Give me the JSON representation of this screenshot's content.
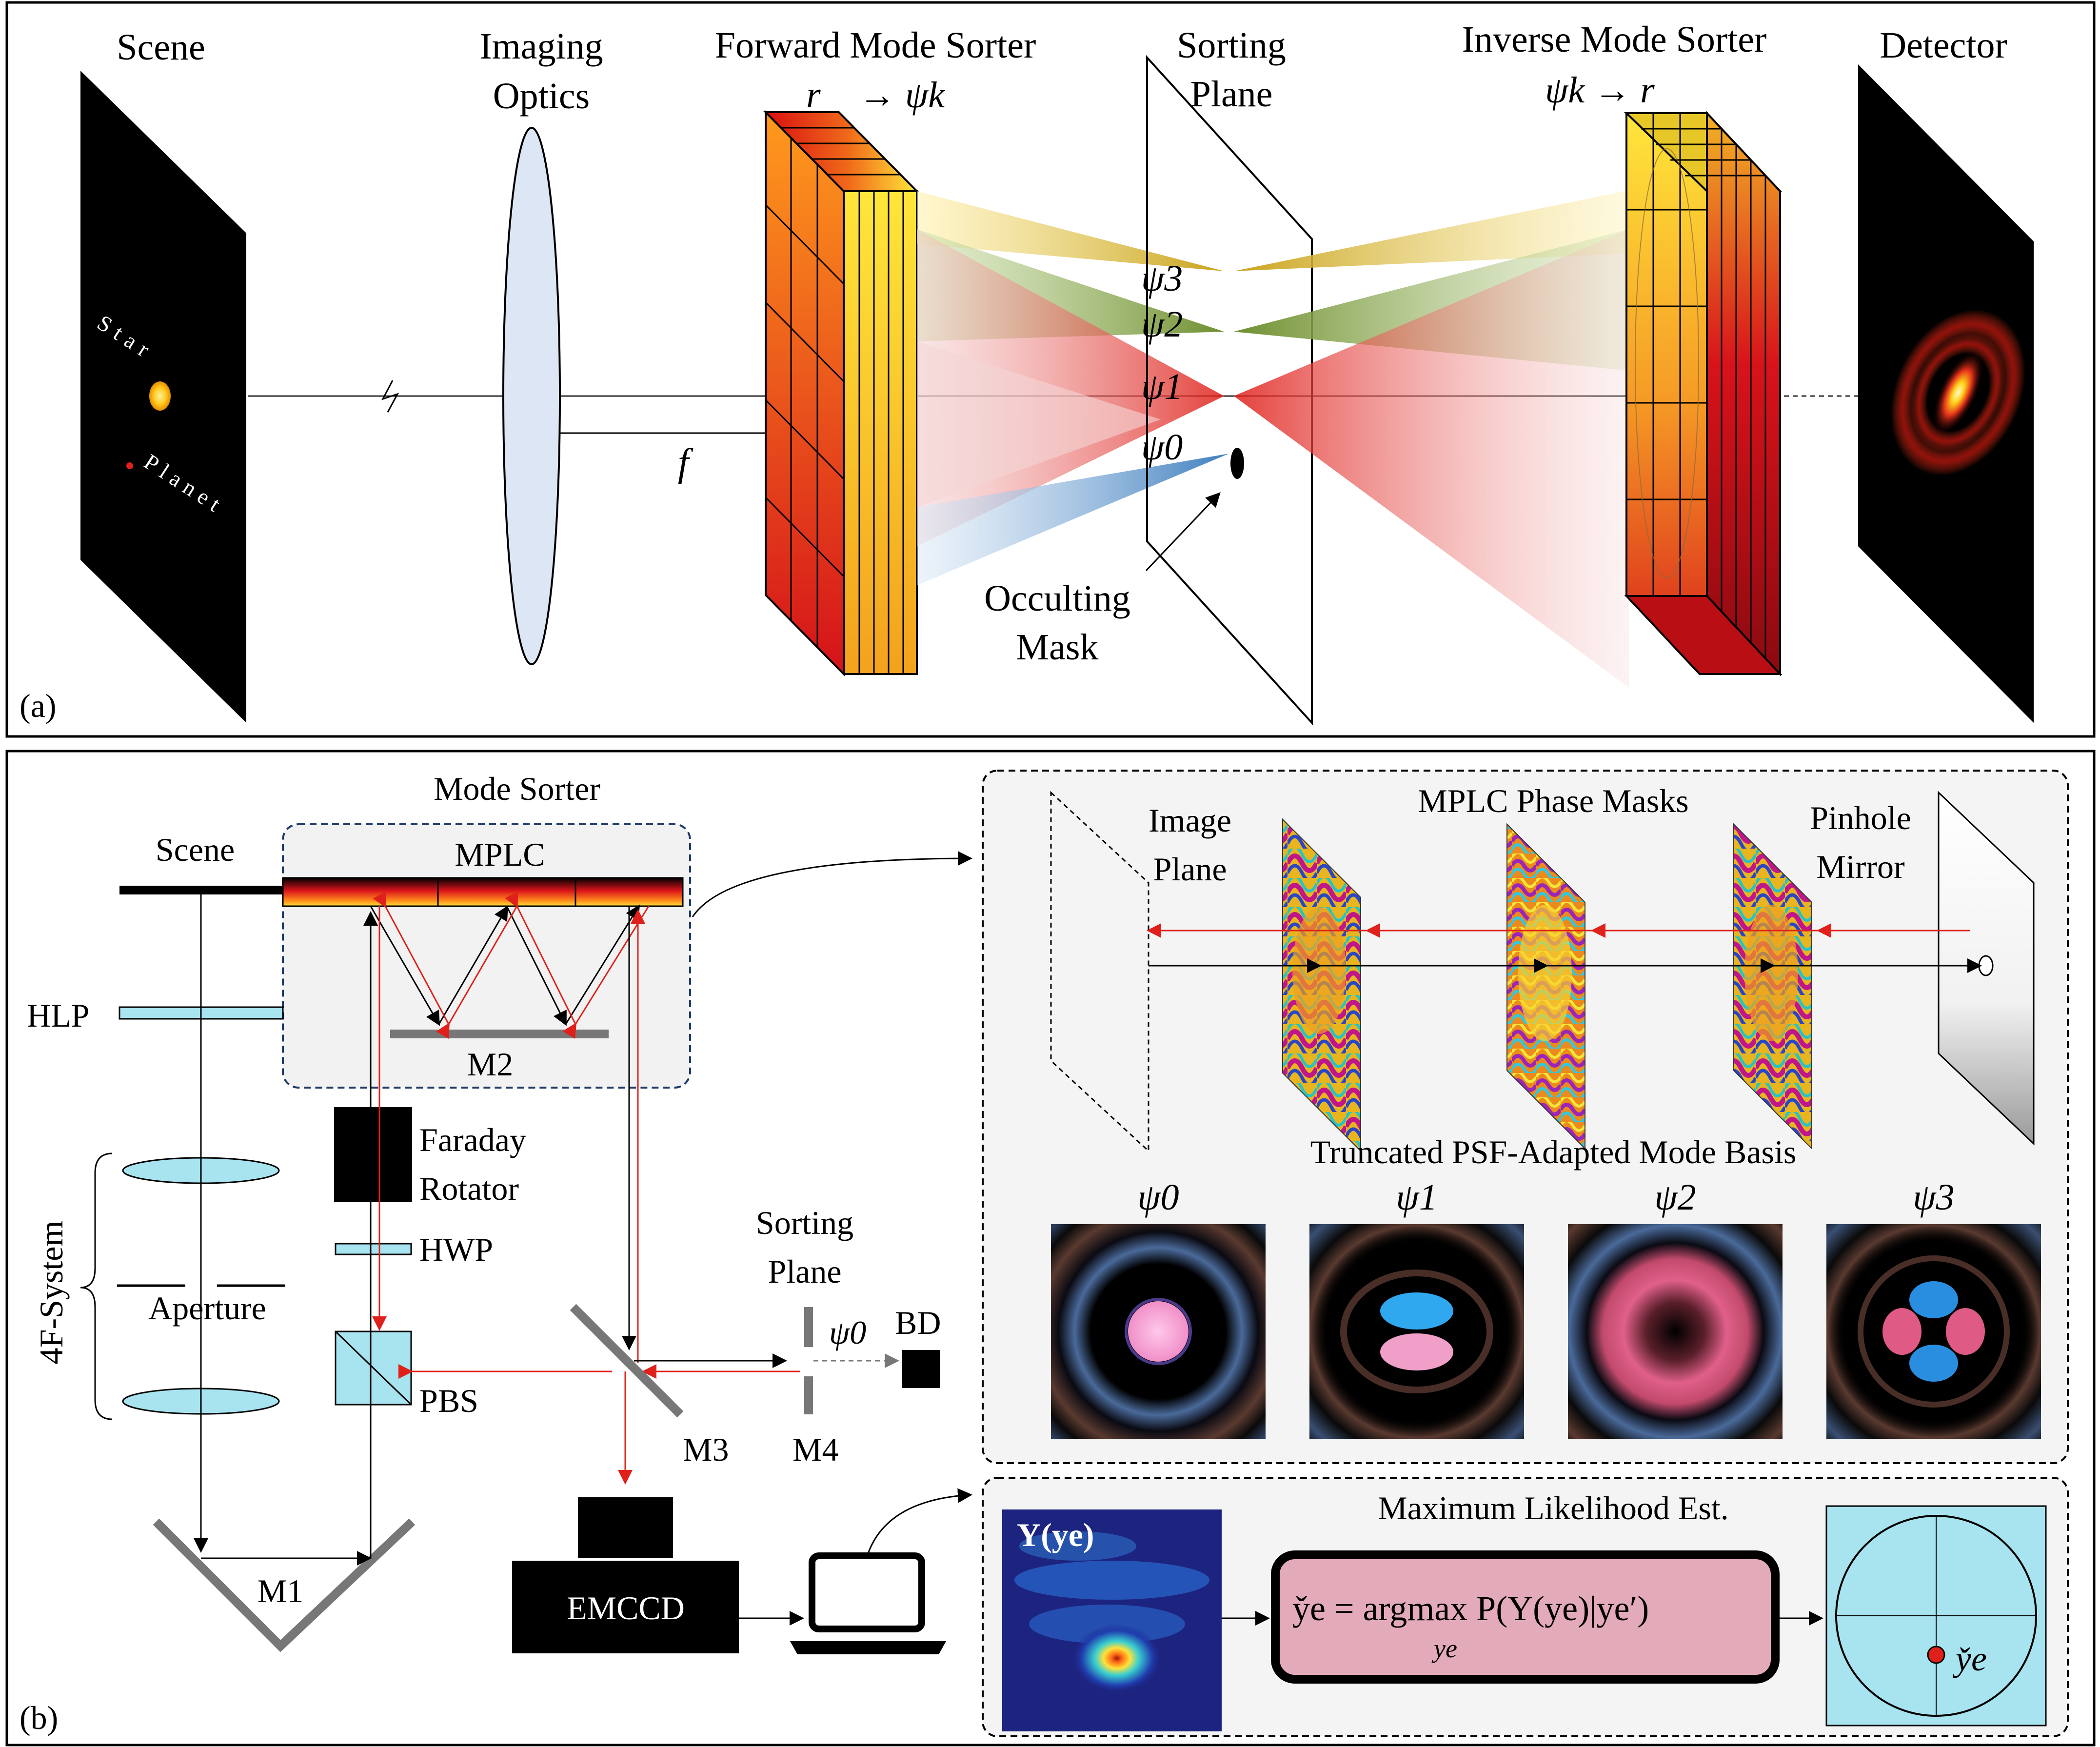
{
  "panel_a": {
    "panel_label": "(a)",
    "scene": "Scene",
    "star": "Star",
    "planet": "Planet",
    "imaging_optics": [
      "Imaging",
      "Optics"
    ],
    "focal": "f",
    "forward_sorter": "Forward Mode Sorter",
    "forward_map": "r⃗ → ψk",
    "sorting_plane": [
      "Sorting",
      "Plane"
    ],
    "inverse_sorter": "Inverse Mode Sorter",
    "inverse_map": "ψk → r⃗",
    "detector": "Detector",
    "occulting_mask": [
      "Occulting",
      "Mask"
    ],
    "modes": [
      "ψ3",
      "ψ2",
      "ψ1",
      "ψ0"
    ]
  },
  "panel_b": {
    "panel_label": "(b)",
    "mode_sorter": "Mode Sorter",
    "scene": "Scene",
    "mplc": "MPLC",
    "hlp": "HLP",
    "m2": "M2",
    "faraday": [
      "Faraday",
      "Rotator"
    ],
    "hwp": "HWP",
    "four_f": "4F-System",
    "aperture": "Aperture",
    "pbs": "PBS",
    "m1": "M1",
    "m3": "M3",
    "m4": "M4",
    "sorting_plane": [
      "Sorting",
      "Plane"
    ],
    "psi0": "ψ0",
    "bd": "BD",
    "emccd": "EMCCD",
    "mplc_masks_title": "MPLC Phase Masks",
    "image_plane": [
      "Image",
      "Plane"
    ],
    "pinhole_mirror": [
      "Pinhole",
      "Mirror"
    ],
    "basis_title": "Truncated PSF-Adapted Mode Basis",
    "basis_labels": [
      "ψ0",
      "ψ1",
      "ψ2",
      "ψ3"
    ],
    "mle_title": "Maximum Likelihood Est.",
    "y_label": "Y(ye)",
    "equation": "y̌e = argmax P(Y(ye)|ye′)",
    "equation_sub": "ye",
    "estimate_label": "y̌e"
  },
  "colors": {
    "beam_red": "#e0201a",
    "beam_green": "#6f8f2f",
    "beam_gold": "#c9a21c",
    "beam_blue": "#3f7fbf",
    "optic_blue": "#a8e4ef",
    "estimate_red": "#e0201a",
    "mle_box_fill": "#e3aab9"
  },
  "icons": [
    "lens-icon",
    "phase-mask-icon",
    "laptop-icon",
    "camera-icon",
    "beam-dump-icon"
  ]
}
